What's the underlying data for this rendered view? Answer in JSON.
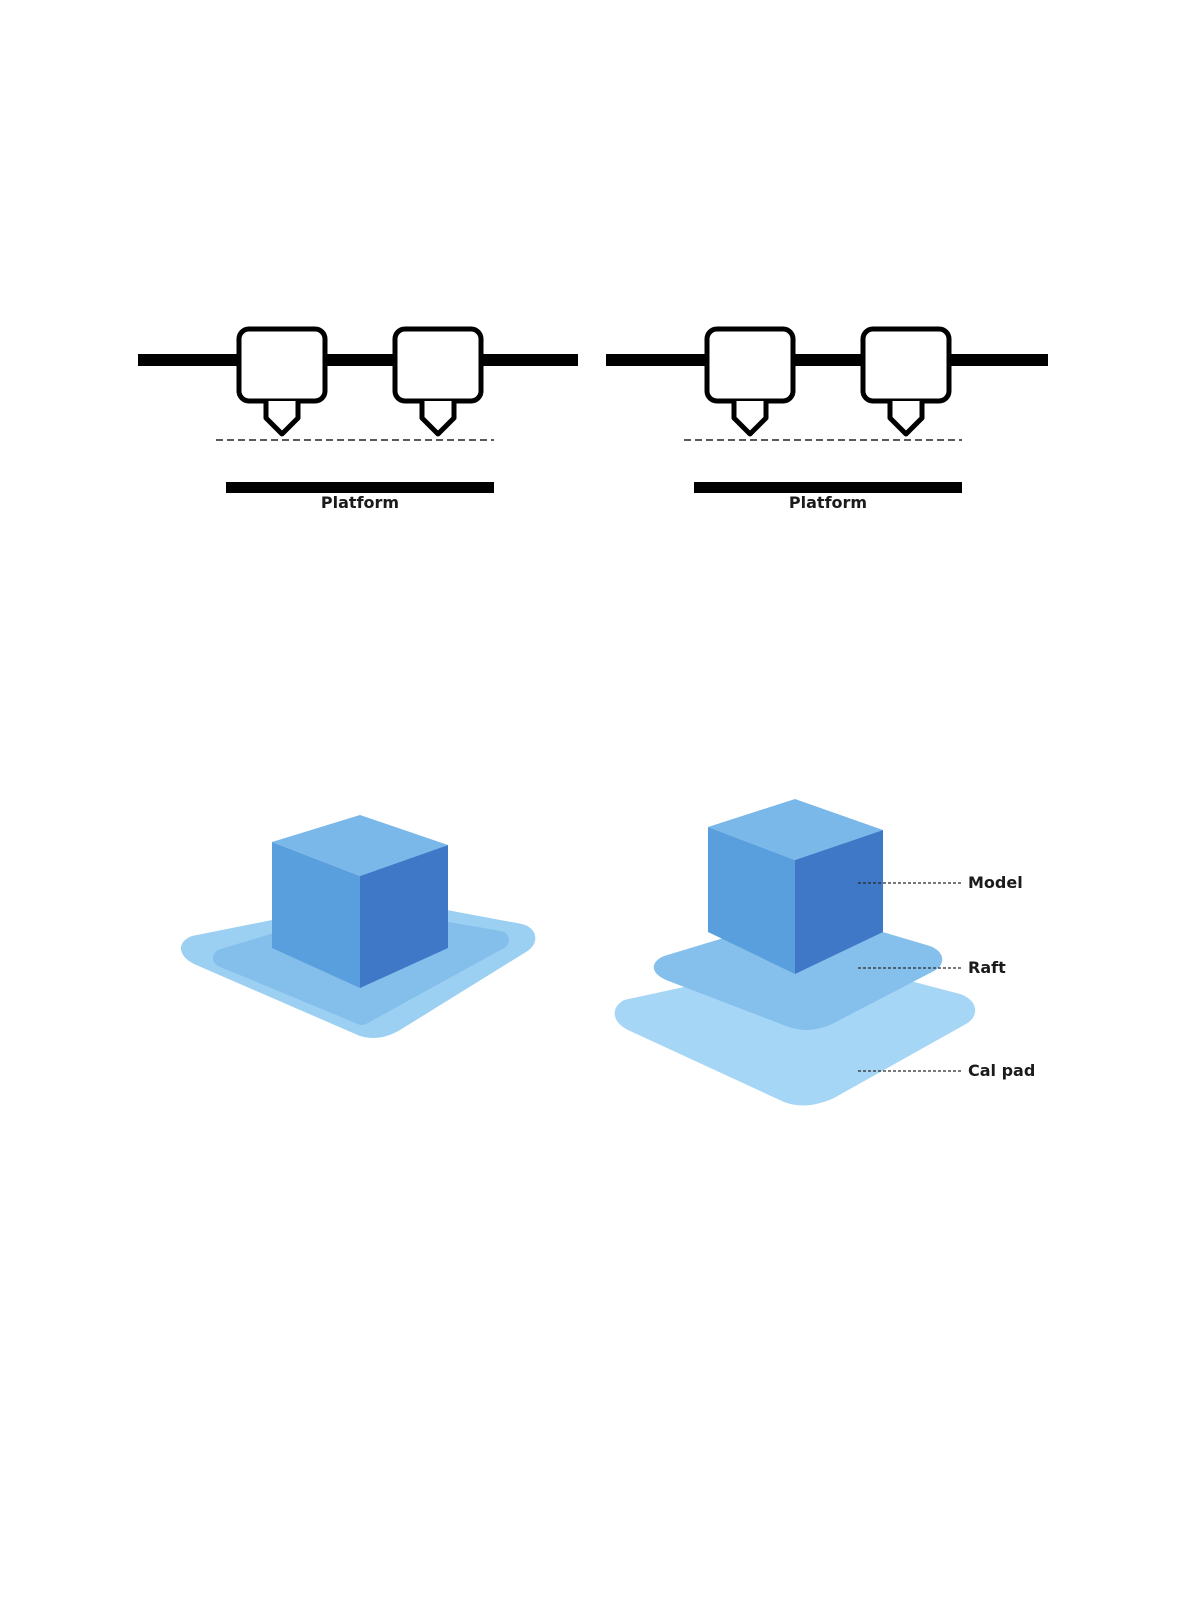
{
  "nozzle_diagrams": [
    {
      "platform_label": "Platform"
    },
    {
      "platform_label": "Platform"
    }
  ],
  "layer_labels": {
    "model": "Model",
    "raft": "Raft",
    "cal_pad": "Cal pad"
  },
  "colors": {
    "line": "#000000",
    "cube_top": "#7ab8ea",
    "cube_left": "#5a9fdd",
    "cube_right": "#3f78c6",
    "base_outer": "#9cd0f3",
    "base_inner": "#84bfec",
    "raft": "#85c0ec"
  }
}
